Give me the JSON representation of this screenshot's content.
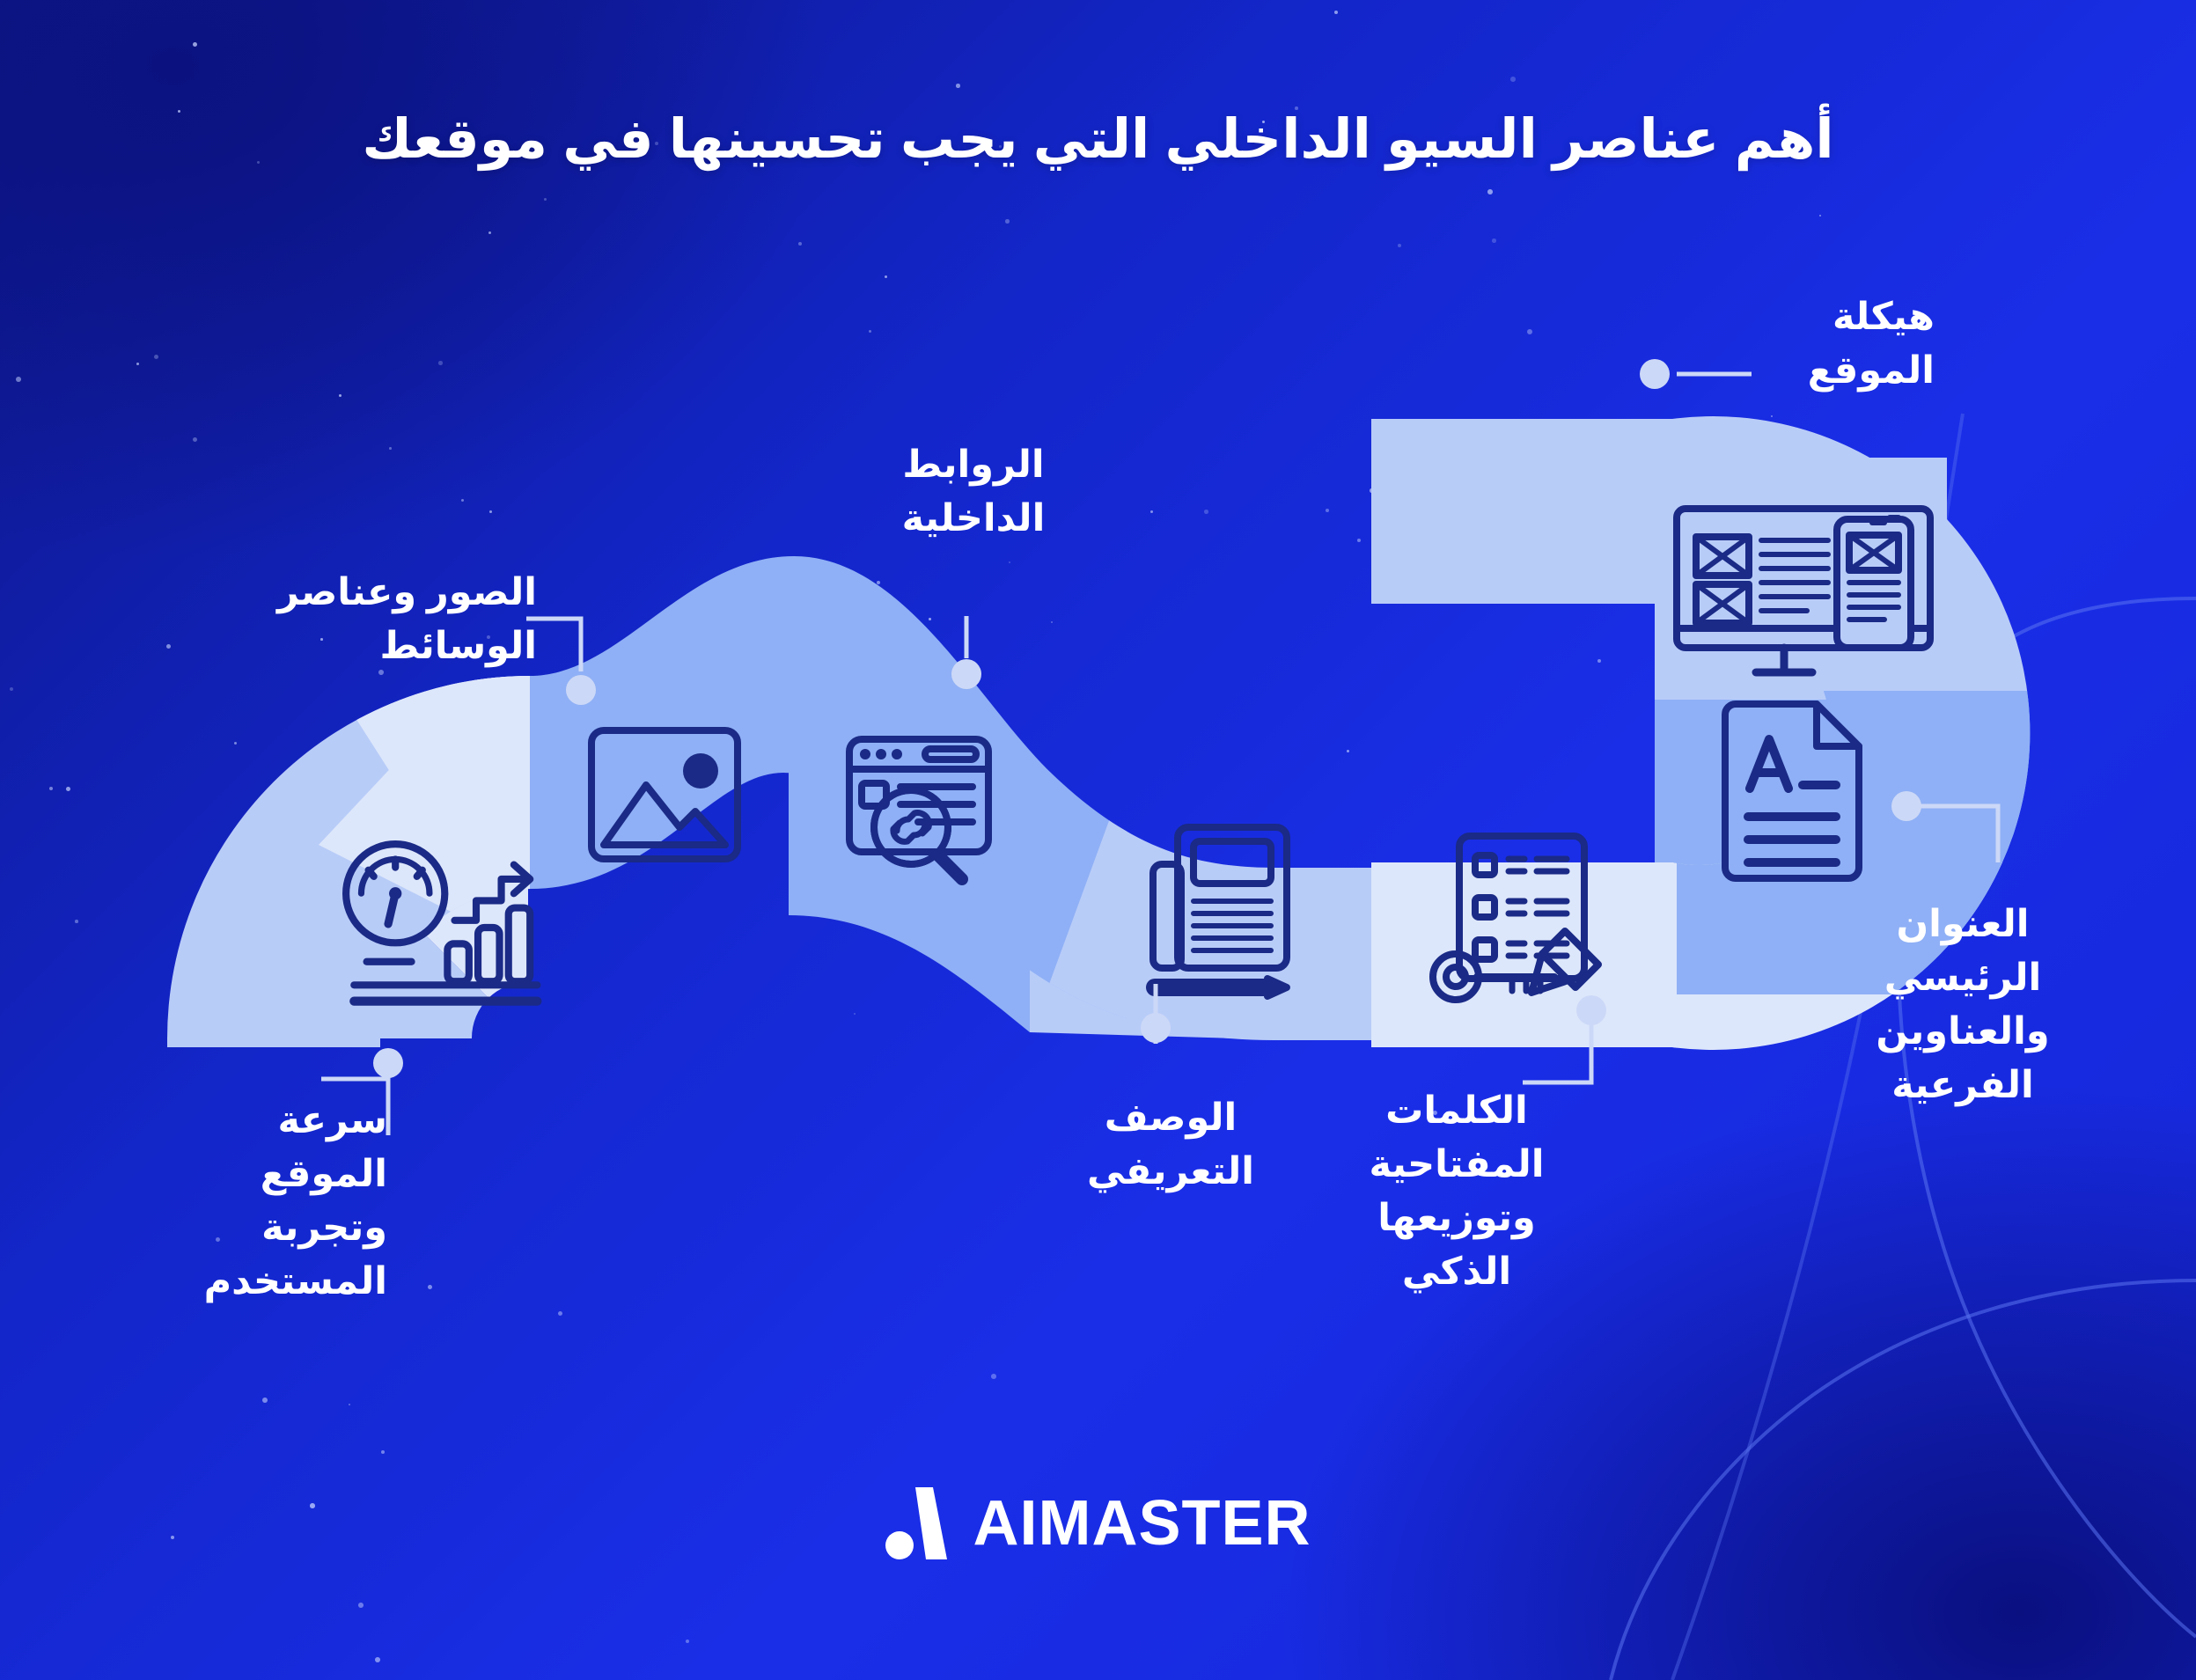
{
  "title": "أهم عناصر السيو الداخلي التي يجب تحسينها في موقعك",
  "colors": {
    "background_deep": "#0d1685",
    "background_blue": "#1a2ee8",
    "ribbon_light": "#dde7fb",
    "ribbon_mid": "#b8ccf8",
    "ribbon_accent": "#8fb0f6",
    "icon_stroke": "#1a2a86",
    "text_white": "#ffffff",
    "connector": "#ccd8f7"
  },
  "labels": {
    "site_structure": "هيكلة\nالموقع",
    "internal_links": "الروابط\nالداخلية",
    "images_media": "الصور وعناصر\nالوسائط",
    "site_speed_ux": "سرعة\nالموقع\nوتجربة\nالمستخدم",
    "meta_description": "الوصف\nالتعريفي",
    "keywords": "الكلمات\nالمفتاحية\nوتوزيعها\nالذكي",
    "headings": "العنوان\nالرئيسي\nوالعناوين\nالفرعية"
  },
  "segments": [
    {
      "key": "site_speed_ux",
      "icon": "speed-gauge-chart-icon",
      "fill": "#b8ccf8"
    },
    {
      "key": "images_media",
      "icon": "image-picture-icon",
      "fill": "#dde7fb"
    },
    {
      "key": "internal_links",
      "icon": "browser-link-search-icon",
      "fill": "#8fb0f6"
    },
    {
      "key": "meta_description",
      "icon": "newspaper-pencil-icon",
      "fill": "#b8ccf8"
    },
    {
      "key": "keywords",
      "icon": "key-checklist-pencil-icon",
      "fill": "#dde7fb"
    },
    {
      "key": "headings",
      "icon": "document-letter-a-icon",
      "fill": "#8fb0f6"
    },
    {
      "key": "site_structure",
      "icon": "wireframe-monitor-icon",
      "fill": "#b8ccf8"
    }
  ],
  "logo": {
    "text": "AIMASTER",
    "mark": "aimaster-mark-icon"
  }
}
